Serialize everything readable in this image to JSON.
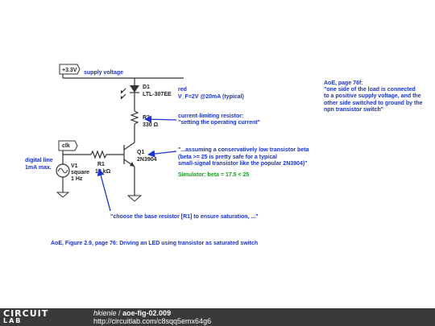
{
  "supply": {
    "tag": "+3.3V",
    "label": "supply voltage"
  },
  "led": {
    "ref": "D1",
    "part": "LTL-307EE",
    "note_line1": "red",
    "note_line2": "V_F=2V @20mA (typical)"
  },
  "r2": {
    "ref": "R2",
    "value": "330 Ω",
    "note_line1": "current-limiting resistor:",
    "note_line2": "\"setting the operating current\""
  },
  "q1": {
    "ref": "Q1",
    "part": "2N3904",
    "note_line1": "\"...assuming a conservatively low transistor beta",
    "note_line2": "(beta >= 25 is pretty safe for a typical",
    "note_line3": " small-signal transistor like the popular 2N3904)\"",
    "sim_note": "Simulator: beta = 17.5 < 25"
  },
  "clk": {
    "tag": "clk"
  },
  "digital": {
    "line1": "digital line",
    "line2": "1mA max."
  },
  "v1": {
    "ref": "V1",
    "line1": "square",
    "line2": "1 Hz"
  },
  "r1": {
    "ref": "R1",
    "value": "10 kΩ",
    "note": "\"choose the base resistor [R1] to ensure saturation, ...\""
  },
  "aoe": {
    "title": "AoE, page 76f:",
    "line1": "\"one side of the load is connected",
    "line2": "to a positive supply voltage, and the",
    "line3": "other side switched to ground by the",
    "line4": "npn transistor switch\""
  },
  "caption": "AoE, Figure 2.9, page 76: Driving an LED using transistor as saturated switch",
  "footer": {
    "logo_top": "CIRCUIT",
    "logo_bottom": "LAB",
    "author": "hkienle",
    "separator": " / ",
    "name": "aoe-fig-02.009",
    "url": "http://circuitlab.com/c8sqq5emx64g6"
  },
  "colors": {
    "annotation": "#1a33cc",
    "simulator": "#1f9a1f",
    "footer_bg": "#3a3a3a"
  }
}
